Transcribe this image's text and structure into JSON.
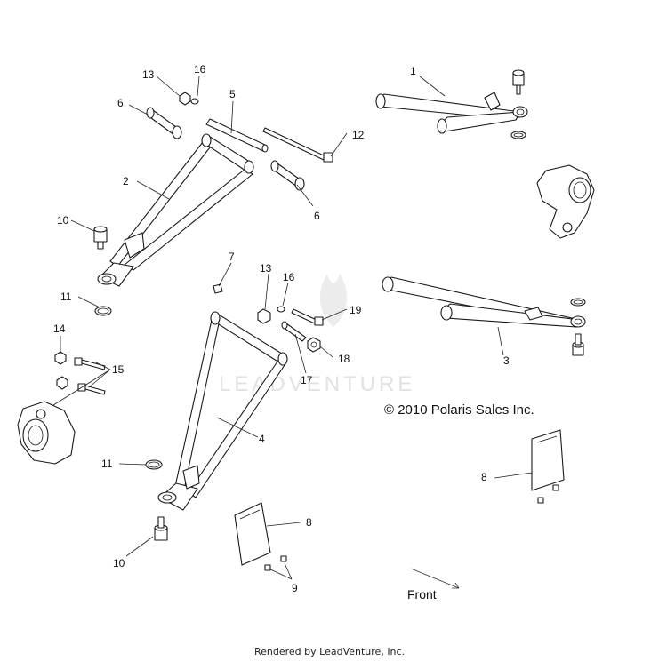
{
  "callouts": {
    "c1": "1",
    "c2": "2",
    "c3": "3",
    "c4": "4",
    "c5": "5",
    "c6a": "6",
    "c6b": "6",
    "c7": "7",
    "c8a": "8",
    "c8b": "8",
    "c9": "9",
    "c10a": "10",
    "c10b": "10",
    "c11a": "11",
    "c11b": "11",
    "c12": "12",
    "c13a": "13",
    "c13b": "13",
    "c14": "14",
    "c15": "15",
    "c16a": "16",
    "c16b": "16",
    "c17": "17",
    "c18": "18",
    "c19": "19"
  },
  "copyright": "© 2010 Polaris Sales Inc.",
  "front_label": "Front",
  "watermark": "LEADVENTURE",
  "footer": "Rendered by LeadVenture, Inc."
}
